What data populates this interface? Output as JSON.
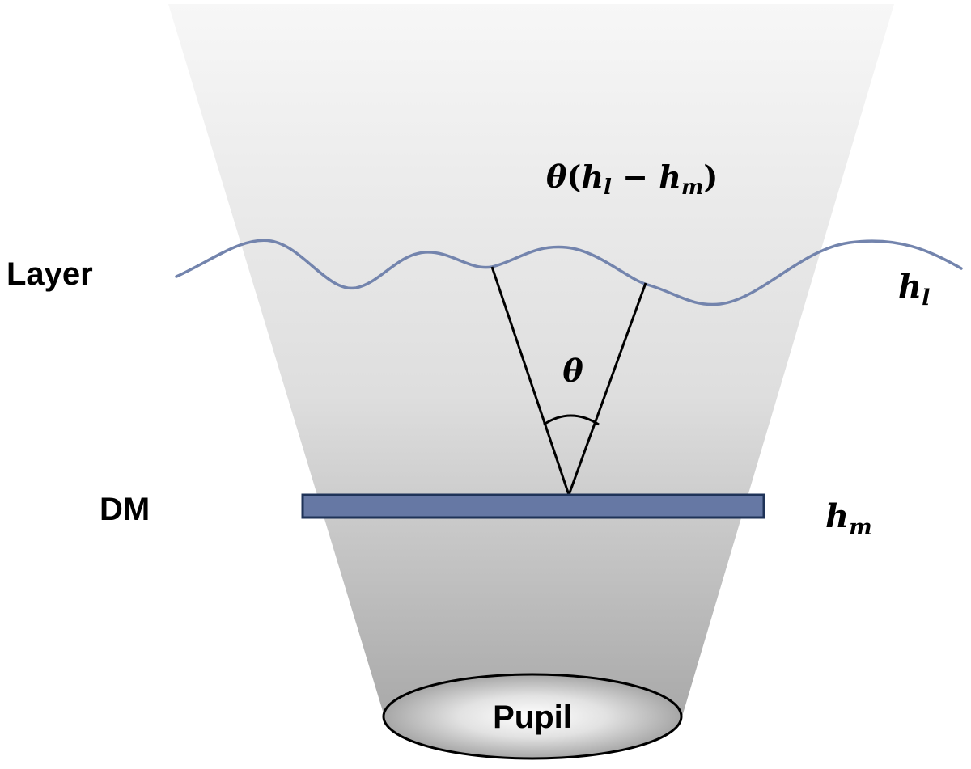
{
  "labels": {
    "layer": "Layer",
    "dm": "DM",
    "pupil": "Pupil"
  },
  "math": {
    "offset": {
      "theta": "θ",
      "open_paren": "(",
      "h1_base": "h",
      "h1_sub": "l",
      "minus": " − ",
      "h2_base": "h",
      "h2_sub": "m",
      "close_paren": ")"
    },
    "layer_height": {
      "base": "h",
      "sub": "l"
    },
    "dm_height": {
      "base": "h",
      "sub": "m"
    },
    "angle": "θ"
  },
  "colors": {
    "beam_top": "#f7f7f7",
    "beam_bottom": "#a9a9a9",
    "layer_curve": "#7384ad",
    "dm_fill": "#6678a4",
    "dm_stroke": "#1f3358",
    "lines": "#000000",
    "pupil_center": "#ffffff",
    "pupil_edge": "#9a9a9a"
  }
}
